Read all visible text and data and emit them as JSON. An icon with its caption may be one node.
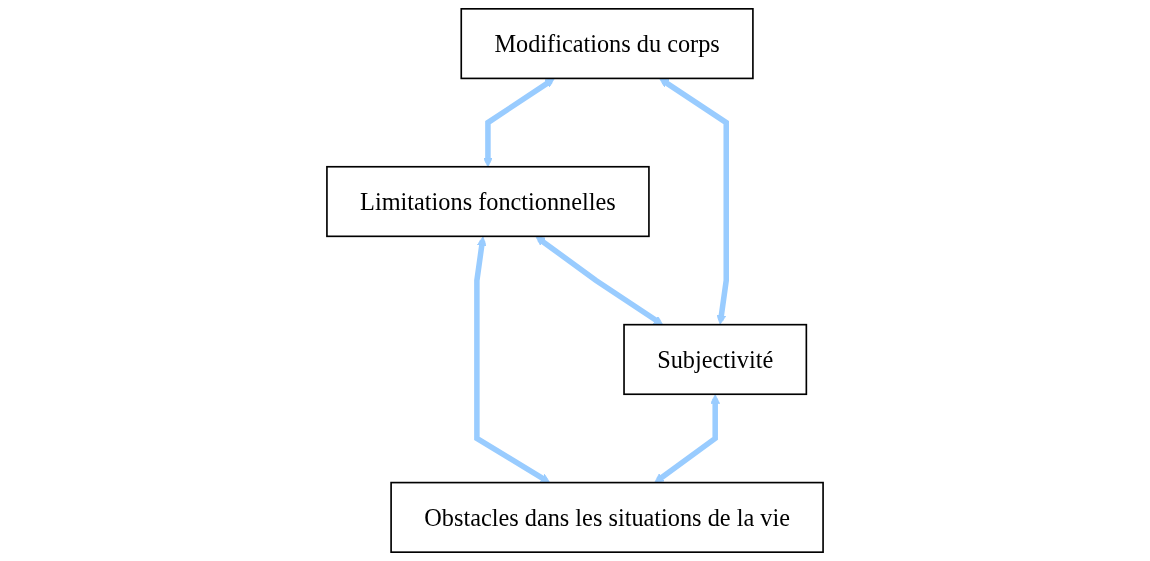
{
  "diagram": {
    "nodes": [
      {
        "text": [
          "Modifications du corps"
        ]
      },
      {
        "text": [
          "Limitations fonctionnelles"
        ]
      },
      {
        "text": [
          "Obstacles dans les situations de la vie"
        ]
      },
      {
        "text": [
          "Subjectivité"
        ]
      }
    ],
    "edges": [
      {
        "from": 0,
        "to": 1,
        "arrow": "both"
      },
      {
        "from": 1,
        "to": 2,
        "arrow": "both"
      },
      {
        "from": 1,
        "to": 3,
        "arrow": "both"
      },
      {
        "from": 3,
        "to": 0,
        "arrow": "both"
      },
      {
        "from": 3,
        "to": 2,
        "arrow": "both"
      }
    ]
  }
}
